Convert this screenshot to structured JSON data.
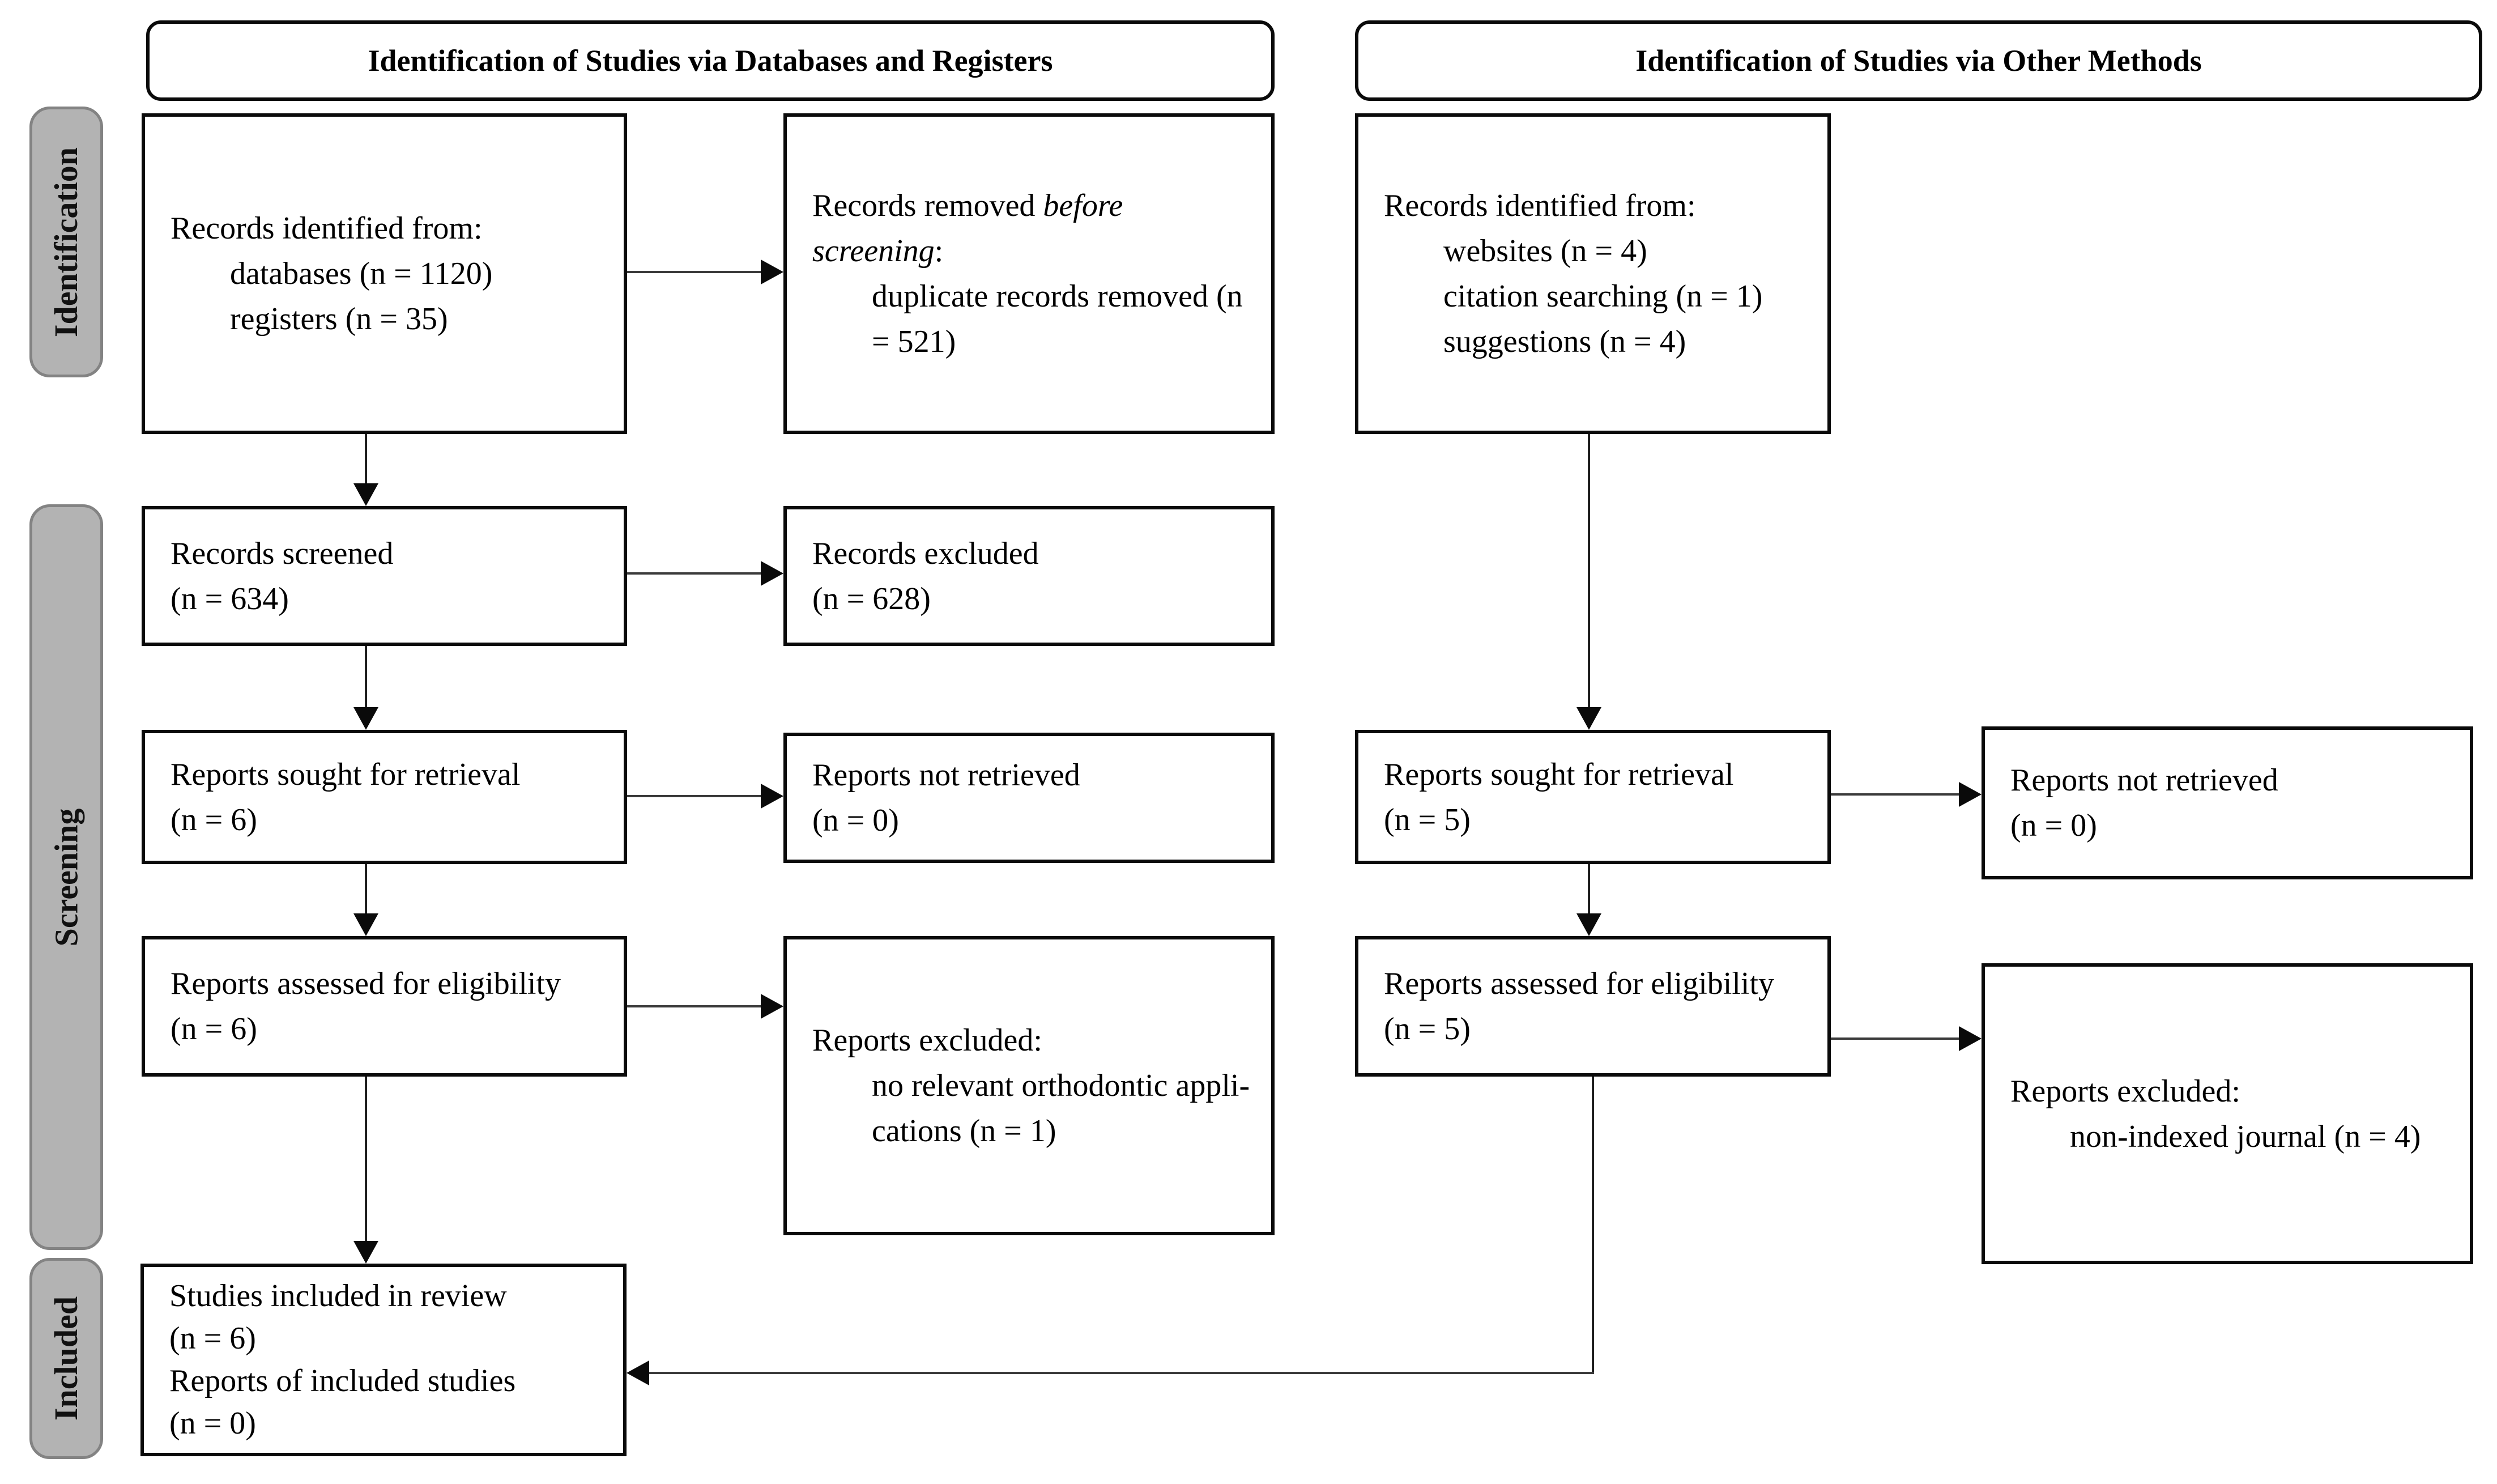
{
  "headers": {
    "left": "Identification of Studies via Databases and Registers",
    "right": "Identification of Studies via Other Methods"
  },
  "stages": {
    "identification": "Identification",
    "screening": "Screening",
    "included": "Included"
  },
  "boxes": {
    "identified_db": {
      "line1": "Records identified from:",
      "line2": "databases (n = 1120)",
      "line3": "registers (n = 35)"
    },
    "removed_before_screening": {
      "prefix": "Records removed ",
      "emphasis": "before screening",
      "suffix": ":",
      "line2": "duplicate records removed  (n",
      "line3": "= 521)"
    },
    "identified_other": {
      "line1": "Records identified from:",
      "line2": "websites (n = 4)",
      "line3": "citation searching (n = 1)",
      "line4": "suggestions (n = 4)"
    },
    "records_screened": {
      "line1": "Records screened",
      "line2": "(n = 634)"
    },
    "records_excluded": {
      "line1": "Records excluded",
      "line2": "(n = 628)"
    },
    "sought_db": {
      "line1": "Reports sought for retrieval",
      "line2": "(n = 6)"
    },
    "not_retrieved_db": {
      "line1": "Reports not retrieved",
      "line2": "(n = 0)"
    },
    "sought_other": {
      "line1": "Reports sought for retrieval",
      "line2": "(n = 5)"
    },
    "not_retrieved_other": {
      "line1": "Reports not retrieved",
      "line2": "(n = 0)"
    },
    "assessed_db": {
      "line1": "Reports assessed for eligibility",
      "line2": "(n = 6)"
    },
    "excluded_db": {
      "line1": "Reports excluded:",
      "line2": "no relevant orthodontic appli-",
      "line3": "cations (n = 1)"
    },
    "assessed_other": {
      "line1": "Reports assessed for eligibility",
      "line2": "(n = 5)"
    },
    "excluded_other": {
      "line1": "Reports excluded:",
      "line2": "non-indexed journal (n = 4)"
    },
    "included": {
      "line1": "Studies included in review",
      "line2": "(n = 6)",
      "line3": "Reports of included studies",
      "line4": "(n = 0)"
    }
  }
}
